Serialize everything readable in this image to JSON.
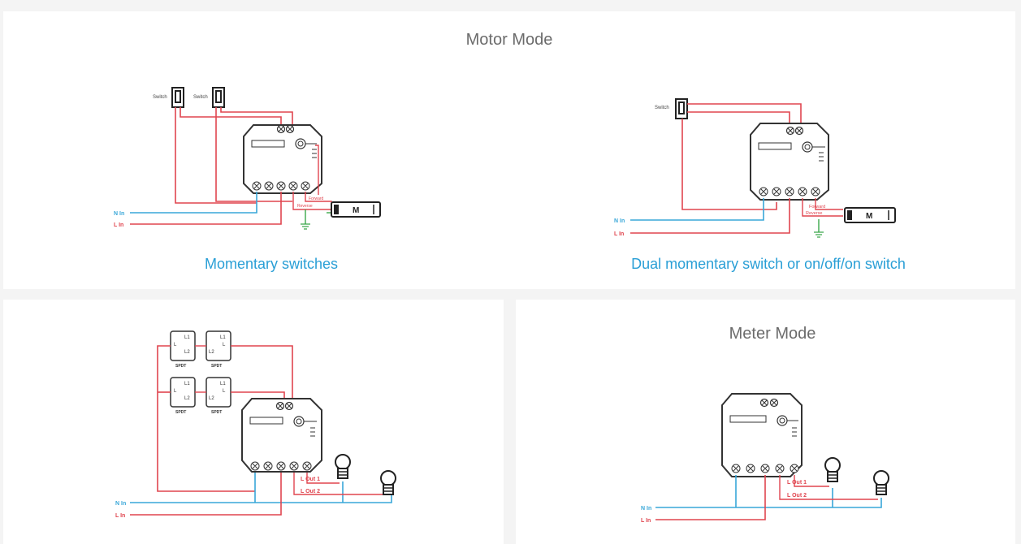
{
  "motor_mode": {
    "title": "Motor Mode",
    "diagram_left": {
      "caption": "Momentary switches",
      "switch_labels": [
        "Switch",
        "Switch"
      ],
      "n_in": "N In",
      "l_in": "L In",
      "forward": "Forward",
      "reverse": "Reverse",
      "motor": "M"
    },
    "diagram_right": {
      "caption": "Dual momentary switch or on/off/on switch",
      "switch_label": "Switch",
      "n_in": "N In",
      "l_in": "L In",
      "forward": "Forward",
      "reverse": "Reverse",
      "motor": "M"
    }
  },
  "spdt_panel": {
    "spdt_label": "SPDT",
    "l1": "L1",
    "l2": "L2",
    "l": "L",
    "n_in": "N In",
    "l_in": "L In",
    "l_out_1": "L Out 1",
    "l_out_2": "L Out 2"
  },
  "meter_mode": {
    "title": "Meter Mode",
    "n_in": "N In",
    "l_in": "L In",
    "l_out_1": "L Out 1",
    "l_out_2": "L Out 2"
  },
  "colors": {
    "red_wire": "#e0454f",
    "blue_wire": "#38a7d8",
    "green_wire": "#3aa84a",
    "caption_blue": "#2a9fd6",
    "title_grey": "#6b6b6b"
  }
}
